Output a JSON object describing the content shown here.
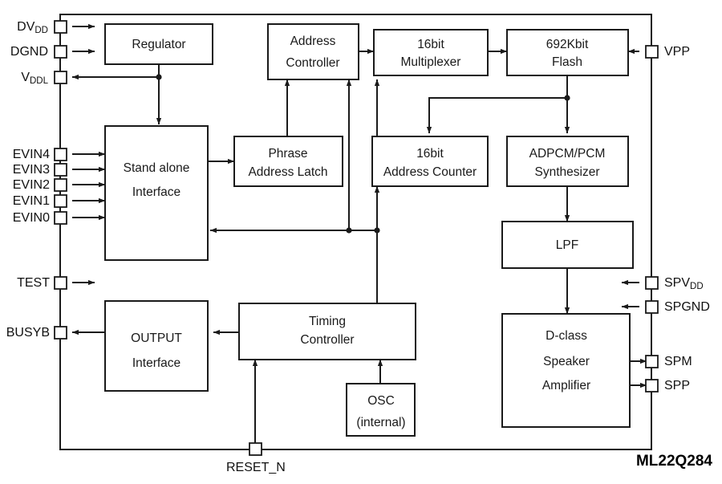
{
  "diagram": {
    "part_number": "ML22Q284",
    "blocks": [
      {
        "id": "regulator",
        "lines": [
          "Regulator"
        ]
      },
      {
        "id": "address-controller",
        "lines": [
          "Address",
          "Controller"
        ]
      },
      {
        "id": "multiplexer",
        "lines": [
          "16bit",
          "Multiplexer"
        ]
      },
      {
        "id": "flash",
        "lines": [
          "692Kbit",
          "Flash"
        ]
      },
      {
        "id": "stand-alone-interface",
        "lines": [
          "Stand alone",
          "Interface"
        ]
      },
      {
        "id": "phrase-address-latch",
        "lines": [
          "Phrase",
          "Address Latch"
        ]
      },
      {
        "id": "address-counter",
        "lines": [
          "16bit",
          "Address Counter"
        ]
      },
      {
        "id": "adpcm-pcm-synthesizer",
        "lines": [
          "ADPCM/PCM",
          "Synthesizer"
        ]
      },
      {
        "id": "lpf",
        "lines": [
          "LPF"
        ]
      },
      {
        "id": "output-interface",
        "lines": [
          "OUTPUT",
          "Interface"
        ]
      },
      {
        "id": "timing-controller",
        "lines": [
          "Timing",
          "Controller"
        ]
      },
      {
        "id": "osc",
        "lines": [
          "OSC",
          "(internal)"
        ]
      },
      {
        "id": "d-class-amplifier",
        "lines": [
          "D-class",
          "Speaker",
          "Amplifier"
        ]
      }
    ],
    "pins_left": [
      {
        "id": "dvdd",
        "base": "DV",
        "sub": "DD",
        "direction": "out"
      },
      {
        "id": "dgnd",
        "base": "DGND",
        "sub": "",
        "direction": "out"
      },
      {
        "id": "vddl",
        "base": "V",
        "sub": "DDL",
        "direction": "in"
      },
      {
        "id": "evin4",
        "base": "EVIN4",
        "sub": "",
        "direction": "out"
      },
      {
        "id": "evin3",
        "base": "EVIN3",
        "sub": "",
        "direction": "out"
      },
      {
        "id": "evin2",
        "base": "EVIN2",
        "sub": "",
        "direction": "out"
      },
      {
        "id": "evin1",
        "base": "EVIN1",
        "sub": "",
        "direction": "out"
      },
      {
        "id": "evin0",
        "base": "EVIN0",
        "sub": "",
        "direction": "out"
      },
      {
        "id": "test",
        "base": "TEST",
        "sub": "",
        "direction": "out"
      },
      {
        "id": "busyb",
        "base": "BUSYB",
        "sub": "",
        "direction": "in"
      }
    ],
    "pins_right": [
      {
        "id": "vpp",
        "base": "VPP",
        "sub": "",
        "direction": "in"
      },
      {
        "id": "spvdd",
        "base": "SPV",
        "sub": "DD",
        "direction": "in"
      },
      {
        "id": "spgnd",
        "base": "SPGND",
        "sub": "",
        "direction": "in"
      },
      {
        "id": "spm",
        "base": "SPM",
        "sub": "",
        "direction": "out"
      },
      {
        "id": "spp",
        "base": "SPP",
        "sub": "",
        "direction": "out"
      }
    ],
    "pins_bottom": [
      {
        "id": "reset-n",
        "base": "RESET_N",
        "sub": "",
        "direction": "in"
      }
    ],
    "colors": {
      "line": "#1a1a1a",
      "background": "#ffffff",
      "text": "#111111"
    }
  }
}
